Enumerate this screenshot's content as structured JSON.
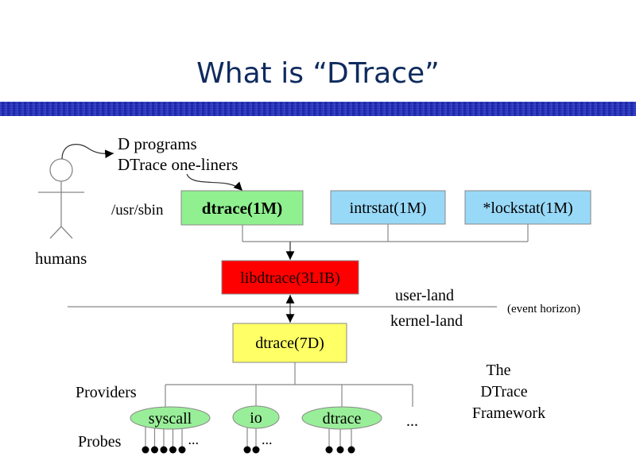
{
  "slide": {
    "title": "What is “DTrace”"
  },
  "colors": {
    "title": "#0f2b5e",
    "band": "#1f2bb0",
    "dtrace_cmd_box": "#90f090",
    "stat_box": "#99d9f8",
    "libdtrace_box": "#ff0000",
    "driver_box": "#ffff66",
    "provider_ellipse": "#99ee99",
    "line": "#888888"
  },
  "diagram": {
    "actor_label": "humans",
    "input_labels": [
      "D programs",
      "DTrace one-liners"
    ],
    "path_label": "/usr/sbin",
    "commands": [
      {
        "id": "dtrace-1m",
        "label": "dtrace(1M)",
        "bold": true
      },
      {
        "id": "intrstat-1m",
        "label": "intrstat(1M)",
        "bold": false
      },
      {
        "id": "lockstat-1m",
        "label": "*lockstat(1M)",
        "bold": false
      }
    ],
    "library": {
      "label": "libdtrace(3LIB)"
    },
    "boundary": {
      "upper_label": "user-land",
      "lower_label": "kernel-land",
      "note": "(event horizon)"
    },
    "driver": {
      "label": "dtrace(7D)"
    },
    "providers_label": "Providers",
    "probes_label": "Probes",
    "providers": [
      {
        "label": "syscall",
        "probe_count": 5,
        "more": "..."
      },
      {
        "label": "io",
        "probe_count": 2,
        "more": "..."
      },
      {
        "label": "dtrace",
        "probe_count": 3,
        "more": ""
      }
    ],
    "providers_more": "...",
    "framework_label": [
      "The",
      "DTrace",
      "Framework"
    ]
  }
}
